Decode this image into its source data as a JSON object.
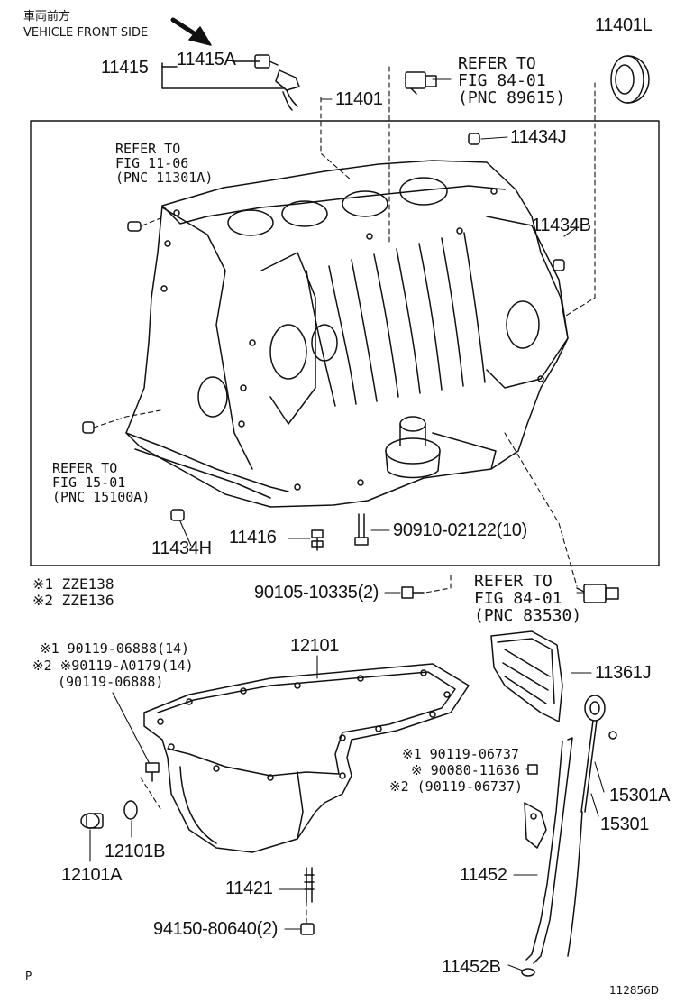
{
  "header": {
    "line_jp": "車両前方",
    "line_en": "VEHICLE FRONT SIDE"
  },
  "parts": {
    "p11415": "11415",
    "p11415A": "11415A",
    "p11401": "11401",
    "p11401L": "11401L",
    "p11434J": "11434J",
    "p11434B": "11434B",
    "p11416": "11416",
    "p11434H": "11434H",
    "p90910": "90910-02122(10)",
    "p90105": "90105-10335(2)",
    "p12101": "12101",
    "p11361J": "11361J",
    "p15301A": "15301A",
    "p15301": "15301",
    "p12101B": "12101B",
    "p12101A": "12101A",
    "p11421": "11421",
    "p11452": "11452",
    "p94150": "94150-80640(2)",
    "p11452B": "11452B"
  },
  "refs": {
    "ref_89615": [
      "REFER TO",
      "FIG 84-01",
      "(PNC 89615)"
    ],
    "ref_11301A": [
      "REFER TO",
      "FIG 11-06",
      "(PNC 11301A)"
    ],
    "ref_15100A": [
      "REFER TO",
      "FIG 15-01",
      "(PNC 15100A)"
    ],
    "ref_83530": [
      "REFER TO",
      "FIG 84-01",
      "(PNC 83530)"
    ]
  },
  "notes": {
    "n1": "※1 ZZE138",
    "n2": "※2 ZZE136"
  },
  "oilpan_bolts": {
    "a": "※1 90119-06888(14)",
    "b": "※2 ※90119-A0179(14)",
    "c": "(90119-06888)"
  },
  "gauge_bolts": {
    "a": "※1 90119-06737",
    "b": "※ 90080-11636",
    "c": "※2 (90119-06737)"
  },
  "footer": {
    "left": "P",
    "code": "112856D"
  }
}
